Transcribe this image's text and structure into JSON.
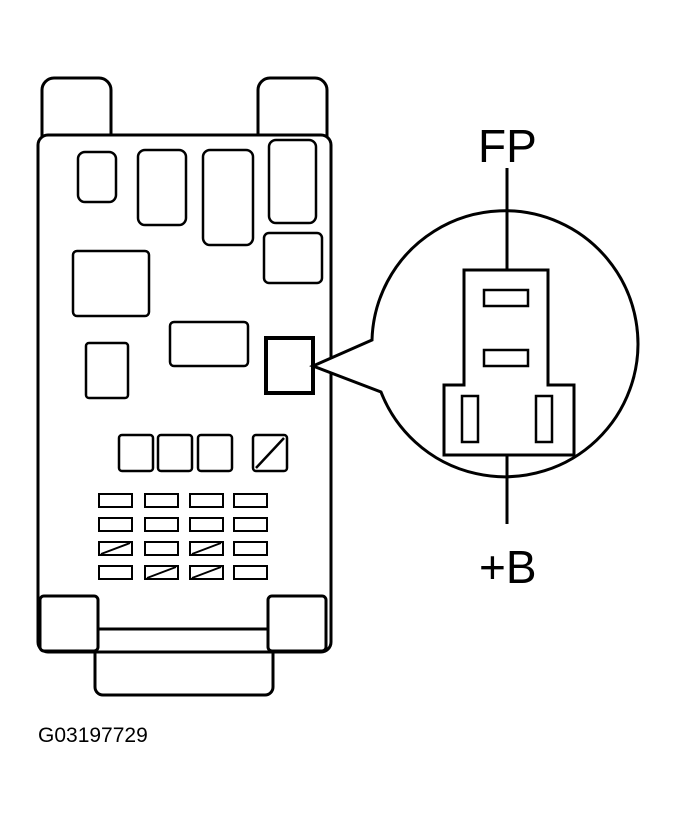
{
  "labels": {
    "top_terminal": "FP",
    "bottom_terminal": "+B",
    "figure_code": "G03197729"
  }
}
